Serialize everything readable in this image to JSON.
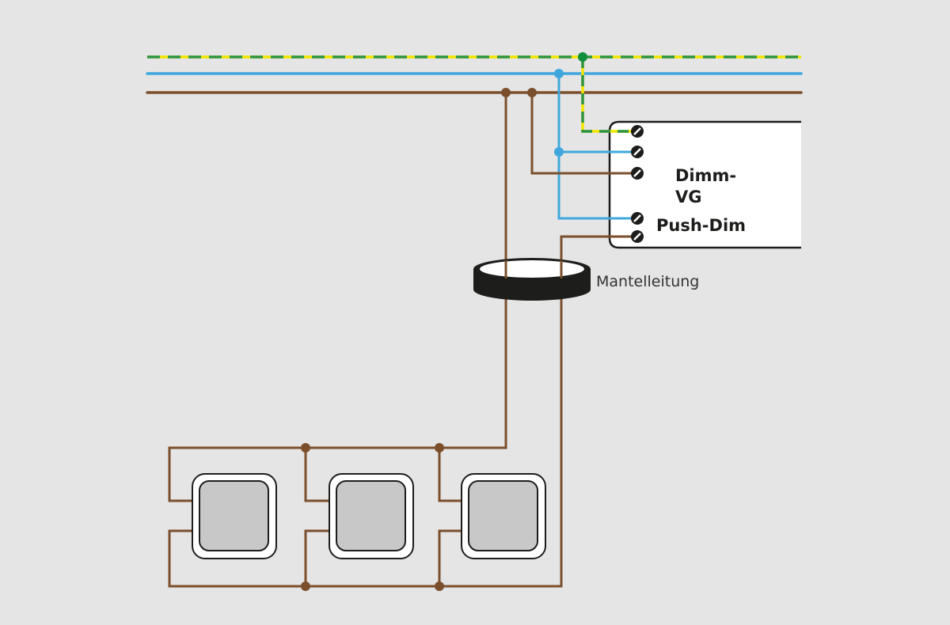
{
  "colors": {
    "background": "#e6e5e5",
    "phase_brown": "#7b4f2c",
    "neutral_blue": "#3fa7dd",
    "earth_green": "#2d9444",
    "earth_yellow": "#f2e500",
    "junction_green": "#0f8f3c",
    "box_stroke": "#1d1d1b",
    "box_fill": "#ffffff",
    "button_fill": "#c8c8c8",
    "cable_black": "#1d1d1b"
  },
  "device": {
    "title_line1": "Dimm-",
    "title_line2": "VG",
    "push_label": "Push-Dim"
  },
  "cable": {
    "label": "Mantelleitung"
  },
  "push_buttons": [
    {
      "name": "pushbutton-1",
      "icon": "push-button-icon"
    },
    {
      "name": "pushbutton-2",
      "icon": "push-button-icon"
    },
    {
      "name": "pushbutton-3",
      "icon": "push-button-icon"
    }
  ]
}
